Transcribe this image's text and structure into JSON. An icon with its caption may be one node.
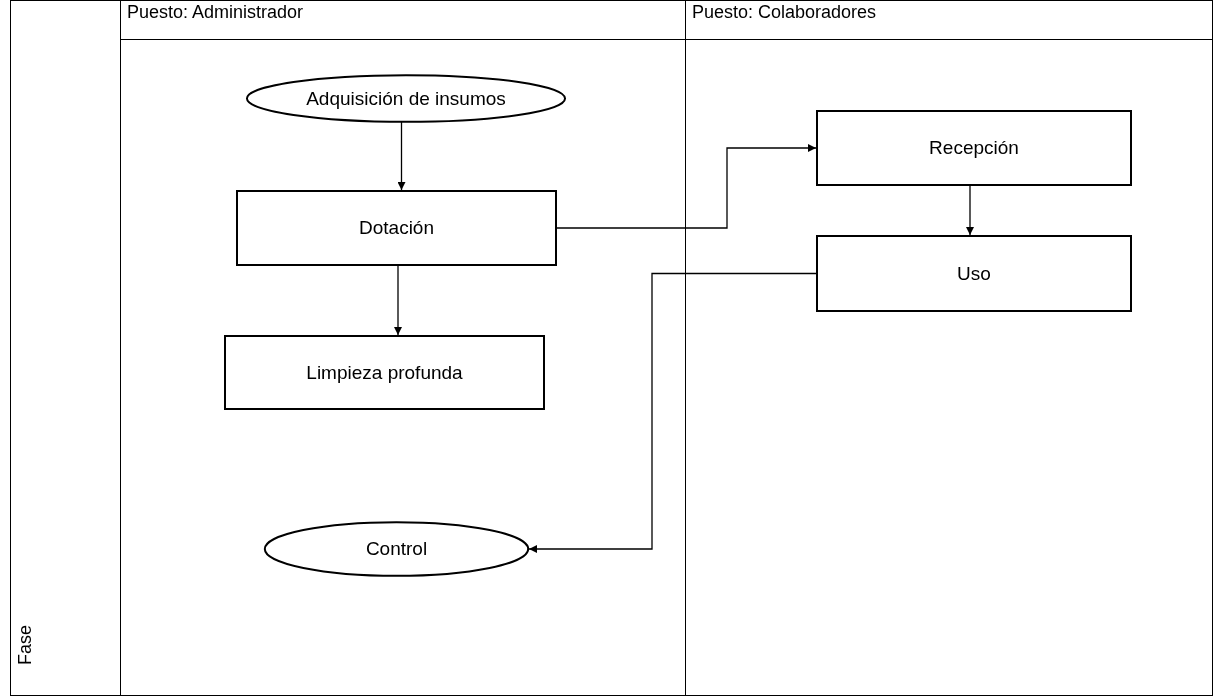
{
  "diagram": {
    "nodes": [
      {
        "text": [
          "Puesto: Administrador"
        ]
      },
      {
        "text": [
          "Puesto: Colaboradores"
        ]
      },
      {
        "text": [
          "Adquisición de insumos"
        ],
        "in": 0
      },
      {
        "text": [
          "Dotación"
        ],
        "in": 0
      },
      {
        "text": [
          "Limpieza profunda"
        ],
        "in": 0
      },
      {
        "text": [
          "Control"
        ],
        "in": 0
      },
      {
        "text": [
          "Recepción"
        ],
        "in": 1
      },
      {
        "text": [
          "Uso"
        ],
        "in": 1
      }
    ],
    "edges": [
      {
        "from": 2,
        "to": 3,
        "arrow": "to"
      },
      {
        "from": 3,
        "to": 4,
        "arrow": "to"
      },
      {
        "from": 3,
        "to": 6,
        "arrow": "to"
      },
      {
        "from": 6,
        "to": 7,
        "arrow": "to"
      },
      {
        "from": 7,
        "to": 5,
        "arrow": "to"
      }
    ],
    "labels": [
      "Fase"
    ]
  }
}
